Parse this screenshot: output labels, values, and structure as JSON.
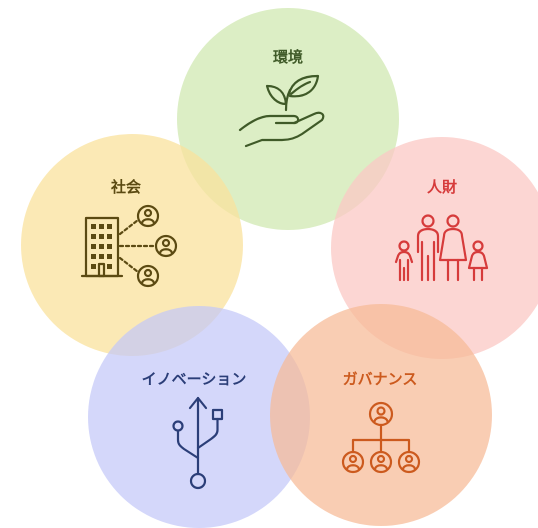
{
  "topics": {
    "environment": {
      "label": "環境",
      "color": "#3f5a28",
      "icon": "plant-in-hand-icon"
    },
    "human_resources": {
      "label": "人財",
      "color": "#d63b3b",
      "icon": "family-icon"
    },
    "society": {
      "label": "社会",
      "color": "#5b4a12",
      "icon": "building-network-icon"
    },
    "innovation": {
      "label": "イノベーション",
      "color": "#2b3e78",
      "icon": "usb-icon"
    },
    "governance": {
      "label": "ガバナンス",
      "color": "#cc5a1e",
      "icon": "org-chart-icon"
    }
  }
}
